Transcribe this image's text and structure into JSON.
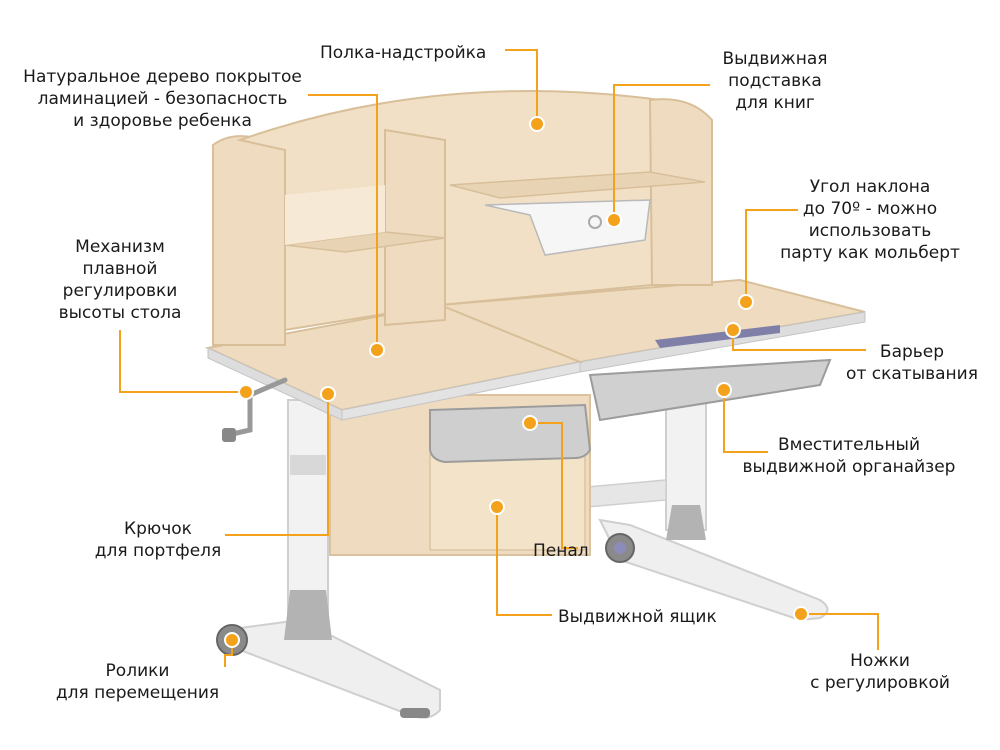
{
  "accent_color": "#f4a21b",
  "desk_colors": {
    "wood": "#efdcc0",
    "wood_edge": "#dcc3a0",
    "frame": "#eeeeee",
    "frame_edge": "#c9c9c9",
    "plastic": "#a9a9a9"
  },
  "callouts": {
    "shelf_top": {
      "lines": [
        "Полка-надстройка"
      ]
    },
    "natural_wood": {
      "lines": [
        "Натуральное дерево покрытое",
        "ламинацией - безопасность",
        "и здоровье ребенка"
      ]
    },
    "book_stand": {
      "lines": [
        "Выдвижная",
        "подставка",
        "для книг"
      ]
    },
    "tilt_angle": {
      "lines": [
        "Угол наклона",
        "до 70º - можно",
        "использовать",
        "парту как мольберт"
      ]
    },
    "height_mechanism": {
      "lines": [
        "Механизм",
        "плавной",
        "регулировки",
        "высоты стола"
      ]
    },
    "roll_barrier": {
      "lines": [
        "Барьер",
        "от скатывания"
      ]
    },
    "organizer": {
      "lines": [
        "Вместительный",
        "выдвижной органайзер"
      ]
    },
    "bag_hook": {
      "lines": [
        "Крючок",
        "для портфеля"
      ]
    },
    "pencil_case": {
      "lines": [
        "Пенал"
      ]
    },
    "drawer": {
      "lines": [
        "Выдвижной ящик"
      ]
    },
    "wheels": {
      "lines": [
        "Ролики",
        "для перемещения"
      ]
    },
    "legs": {
      "lines": [
        "Ножки",
        "с регулировкой"
      ]
    }
  }
}
